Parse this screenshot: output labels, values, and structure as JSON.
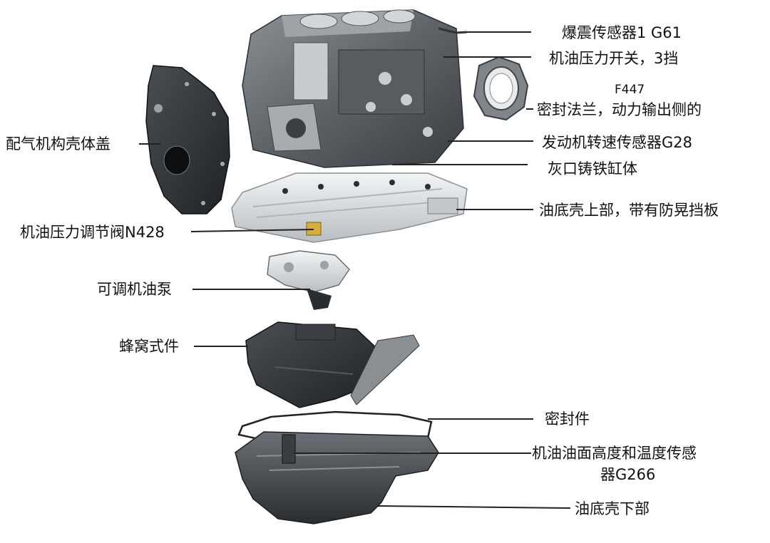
{
  "labels": {
    "knock_sensor": "爆震传感器1 G61",
    "oil_pressure_switch": "机油压力开关，3挡",
    "f447": "F447",
    "seal_flange": "密封法兰，动力输出侧的",
    "engine_speed_sensor": "发动机转速传感器G28",
    "cast_iron_block": "灰口铸铁缸体",
    "upper_sump": "油底壳上部，带有防晃挡板",
    "timing_cover": "配气机构壳体盖",
    "pressure_valve": "机油压力调节阀N428",
    "oil_pump": "可调机油泵",
    "honeycomb": "蜂窝式件",
    "gasket": "密封件",
    "level_sensor_line1": "机油油面高度和温度传感",
    "level_sensor_line2": "器G266",
    "lower_sump": "油底壳下部"
  },
  "colors": {
    "leader_line": "#222222",
    "block_metal": "#6e7378",
    "block_dark": "#3a3e42",
    "aluminium": "#d9dde0",
    "cover_black": "#1e2124",
    "sump_dark": "#4a4f54"
  }
}
